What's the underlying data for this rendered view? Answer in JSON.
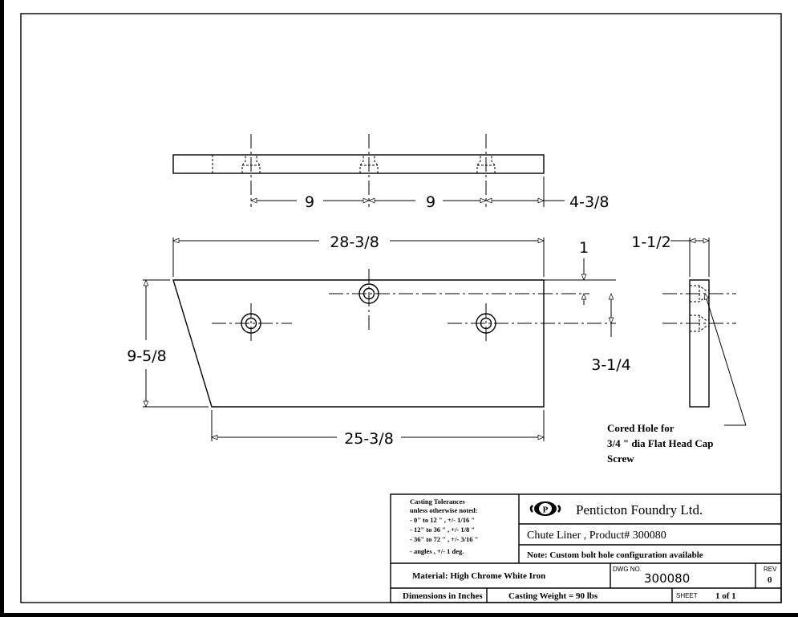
{
  "drawing": {
    "dimensions": {
      "spacing_1": "9",
      "spacing_2": "9",
      "end_offset": "4-3/8",
      "top_length": "28-3/8",
      "bottom_length": "25-3/8",
      "height": "9-5/8",
      "hole_offset": "1",
      "hole_spacing_v": "3-1/4",
      "thickness": "1-1/2"
    },
    "note_lines": [
      "Cored Hole for",
      "3/4 \" dia Flat Head Cap",
      "Screw"
    ]
  },
  "title_block": {
    "tolerances": [
      "Casting Tolerances",
      "unless otherwise noted:",
      "-   0\" to 12 \" , +/- 1/16 \"",
      "- 12\" to 36 \" , +/- 1/8 \"",
      "- 36\" to 72 \" , +/- 3/16 \"",
      "- angles        , +/- 1 deg."
    ],
    "logo_letter": "P",
    "company": "Penticton Foundry Ltd.",
    "product": "Chute Liner , Product# 300080",
    "note": "Note: Custom bolt hole configuration available",
    "material": "Material: High Chrome White Iron",
    "dwg_label": "DWG NO.",
    "dwg_number": "300080",
    "rev_label": "REV",
    "rev_value": "0",
    "dimensions_unit": "Dimensions in Inches",
    "casting_weight": "Casting Weight = 90 lbs",
    "sheet_label": "SHEET",
    "sheet_value": "1 of 1"
  }
}
